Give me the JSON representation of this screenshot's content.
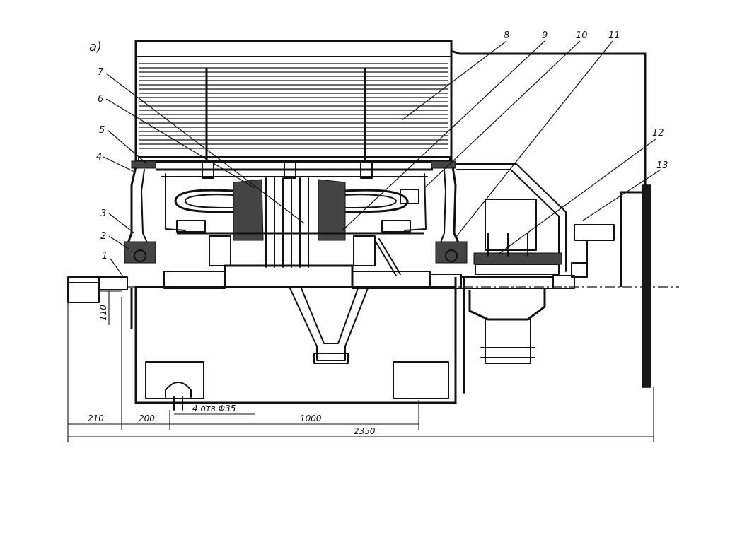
{
  "figure_label": "a)",
  "callouts": [
    {
      "id": "c1",
      "text": "1"
    },
    {
      "id": "c2",
      "text": "2"
    },
    {
      "id": "c3",
      "text": "3"
    },
    {
      "id": "c4",
      "text": "4"
    },
    {
      "id": "c5",
      "text": "5"
    },
    {
      "id": "c6",
      "text": "6"
    },
    {
      "id": "c7",
      "text": "7"
    },
    {
      "id": "c8",
      "text": "8"
    },
    {
      "id": "c9",
      "text": "9"
    },
    {
      "id": "c10",
      "text": "10"
    },
    {
      "id": "c11",
      "text": "11"
    },
    {
      "id": "c12",
      "text": "12"
    },
    {
      "id": "c13",
      "text": "13"
    }
  ],
  "dimensions": {
    "d210": "210",
    "d200": "200",
    "d1000": "1000",
    "d2350": "2350",
    "d110": "110",
    "holes": "4 отв Φ35"
  }
}
